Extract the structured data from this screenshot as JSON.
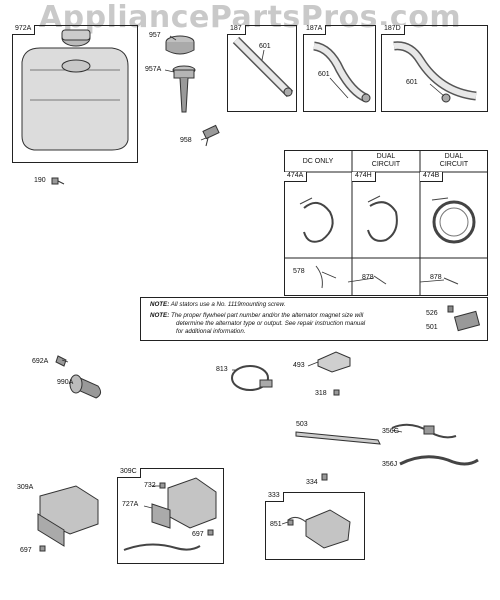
{
  "watermark": "AppliancePartsPros.com",
  "labels": {
    "l972A": "972A",
    "l957": "957",
    "l957A": "957A",
    "l958": "958",
    "l190": "190",
    "l187": "187",
    "l187A": "187A",
    "l187D": "187D",
    "l601a": "601",
    "l601b": "601",
    "l601c": "601",
    "l474A": "474A",
    "l474H": "474H",
    "l474B": "474B",
    "l578": "578",
    "l878a": "878",
    "l878b": "878",
    "l526": "526",
    "l501": "501",
    "l692A": "692A",
    "l990A": "990A",
    "l813": "813",
    "l493": "493",
    "l318": "318",
    "l503": "503",
    "l356G": "356G",
    "l356J": "356J",
    "l309A": "309A",
    "l697a": "697",
    "l309C": "309C",
    "l732": "732",
    "l727A": "727A",
    "l697b": "697",
    "l334": "334",
    "l333": "333",
    "l851": "851"
  },
  "table": {
    "headers": [
      "DC ONLY",
      "DUAL CIRCUIT",
      "DUAL CIRCUIT"
    ]
  },
  "note": {
    "label1": "NOTE:",
    "text1": "All stators use a No. 1119mounting screw.",
    "label2": "NOTE:",
    "text2a": "The proper flywheel part number and/or the alternator magnet size will",
    "text2b": "determine the alternator type or output. See repair instruction manual",
    "text2c": "for additional information."
  }
}
